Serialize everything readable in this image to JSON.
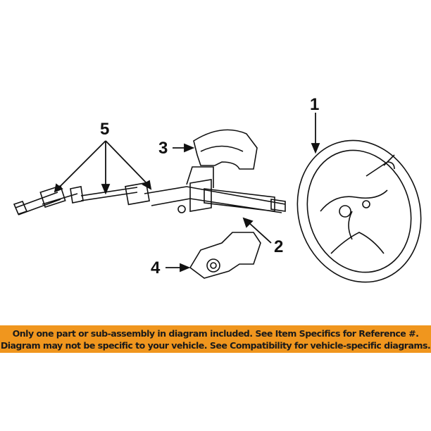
{
  "callouts": {
    "c1": "1",
    "c2": "2",
    "c3": "3",
    "c4": "4",
    "c5": "5"
  },
  "banner": {
    "line1": "Only one part or sub-assembly in diagram included. See Item Specifics for Reference #.",
    "line2": "Diagram may not be specific to your vehicle. See Compatibility for vehicle-specific diagrams."
  },
  "colors": {
    "banner": "#F0961E"
  }
}
